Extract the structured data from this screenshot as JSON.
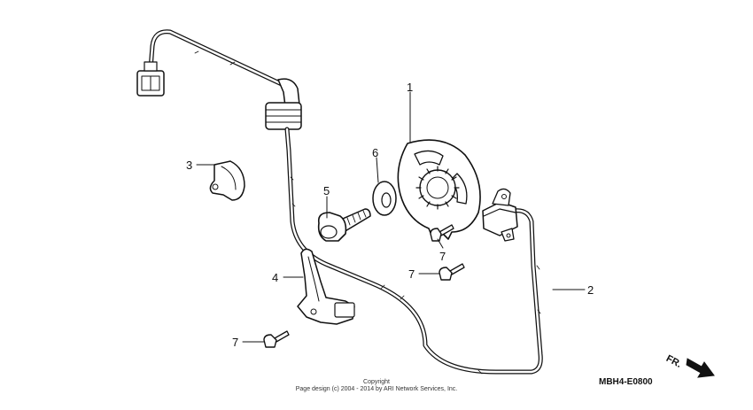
{
  "diagram": {
    "callouts": [
      {
        "id": "1",
        "label": "1"
      },
      {
        "id": "2",
        "label": "2"
      },
      {
        "id": "3",
        "label": "3"
      },
      {
        "id": "4",
        "label": "4"
      },
      {
        "id": "5",
        "label": "5"
      },
      {
        "id": "6",
        "label": "6"
      },
      {
        "id": "7a",
        "label": "7"
      },
      {
        "id": "7b",
        "label": "7"
      },
      {
        "id": "7c",
        "label": "7"
      }
    ],
    "part_code": "MBH4-E0800",
    "direction_label": "FR.",
    "copyright_line1": "Copyright",
    "copyright_line2": "Page design (c) 2004 - 2014 by ARI Network Services, Inc."
  },
  "colors": {
    "ink": "#111111",
    "background": "#ffffff"
  }
}
